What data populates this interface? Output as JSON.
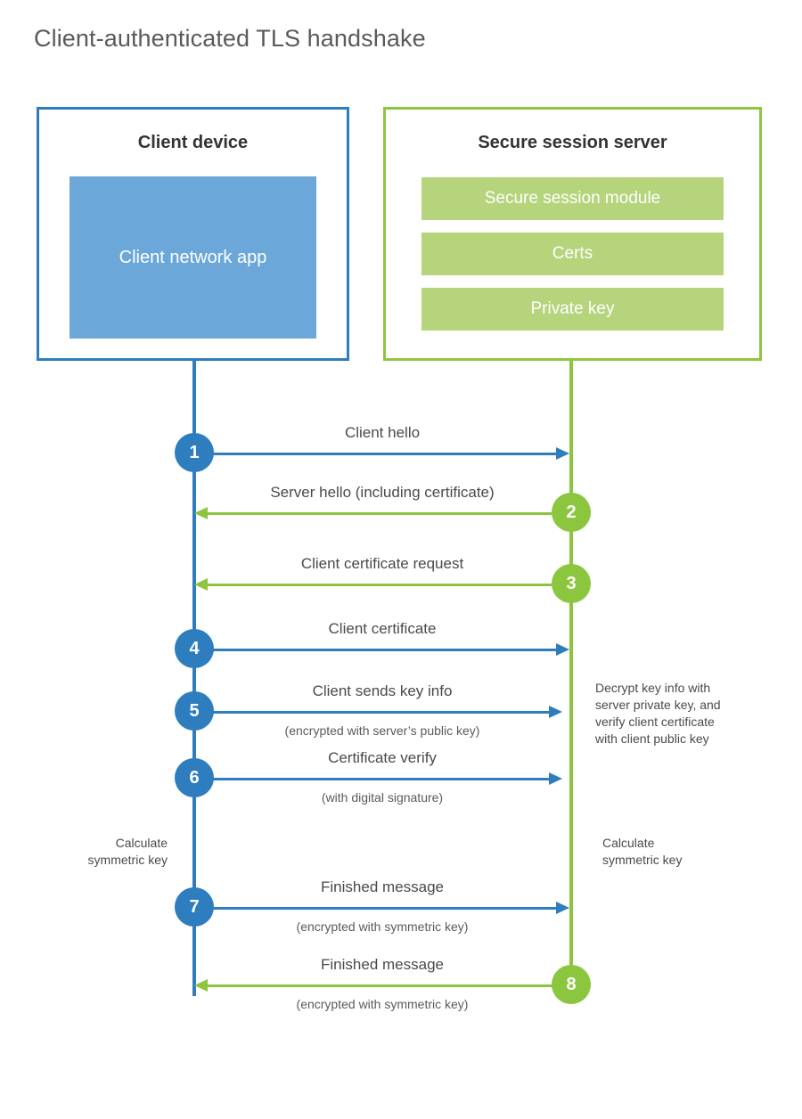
{
  "title": "Client-authenticated TLS handshake",
  "colors": {
    "client_blue": "#2e7dbe",
    "client_app_blue": "#6ba7d8",
    "server_green": "#8cc63e",
    "server_bar_green": "#b5d47c",
    "text": "#4a4a4a",
    "background": "#ffffff"
  },
  "client": {
    "title": "Client device",
    "app_label": "Client network app"
  },
  "server": {
    "title": "Secure session server",
    "bars": [
      {
        "label": "Secure session module"
      },
      {
        "label": "Certs"
      },
      {
        "label": "Private key"
      }
    ]
  },
  "messages": [
    {
      "step": "1",
      "label": "Client hello",
      "sub": "",
      "direction": "client-to-server",
      "color": "blue"
    },
    {
      "step": "2",
      "label": "Server hello (including certificate)",
      "sub": "",
      "direction": "server-to-client",
      "color": "green"
    },
    {
      "step": "3",
      "label": "Client certificate request",
      "sub": "",
      "direction": "server-to-client",
      "color": "green"
    },
    {
      "step": "4",
      "label": "Client certificate",
      "sub": "",
      "direction": "client-to-server",
      "color": "blue"
    },
    {
      "step": "5",
      "label": "Client sends key info",
      "sub": "(encrypted with server’s public key)",
      "direction": "client-to-server",
      "color": "blue"
    },
    {
      "step": "6",
      "label": "Certificate verify",
      "sub": "(with digital signature)",
      "direction": "client-to-server",
      "color": "blue"
    },
    {
      "step": "7",
      "label": "Finished message",
      "sub": "(encrypted with symmetric key)",
      "direction": "client-to-server",
      "color": "blue"
    },
    {
      "step": "8",
      "label": "Finished message",
      "sub": "(encrypted with symmetric key)",
      "direction": "server-to-client",
      "color": "green"
    }
  ],
  "annotations": {
    "server_decrypt": "Decrypt key info with\nserver private key, and\nverify client certificate\nwith client public key",
    "client_calculate": "Calculate\nsymmetric key",
    "server_calculate": "Calculate\nsymmetric key"
  }
}
